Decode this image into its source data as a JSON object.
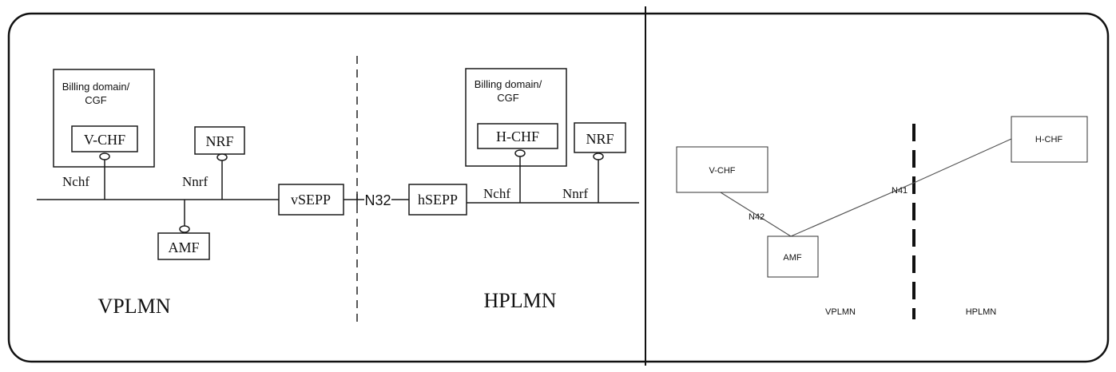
{
  "left": {
    "billing_v": {
      "line1": "Billing domain/",
      "line2": "CGF"
    },
    "billing_h": {
      "line1": "Billing domain/",
      "line2": "CGF"
    },
    "v_chf": "V-CHF",
    "h_chf": "H-CHF",
    "nrf_v": "NRF",
    "nrf_h": "NRF",
    "amf": "AMF",
    "vsepp": "vSEPP",
    "hsepp": "hSEPP",
    "n32": "N32",
    "nchf_v": "Nchf",
    "nnrf_v": "Nnrf",
    "nchf_h": "Nchf",
    "nnrf_h": "Nnrf",
    "vplmn": "VPLMN",
    "hplmn": "HPLMN"
  },
  "right": {
    "v_chf": "V-CHF",
    "h_chf": "H-CHF",
    "amf": "AMF",
    "n42": "N42",
    "n41": "N41",
    "vplmn": "VPLMN",
    "hplmn": "HPLMN"
  }
}
